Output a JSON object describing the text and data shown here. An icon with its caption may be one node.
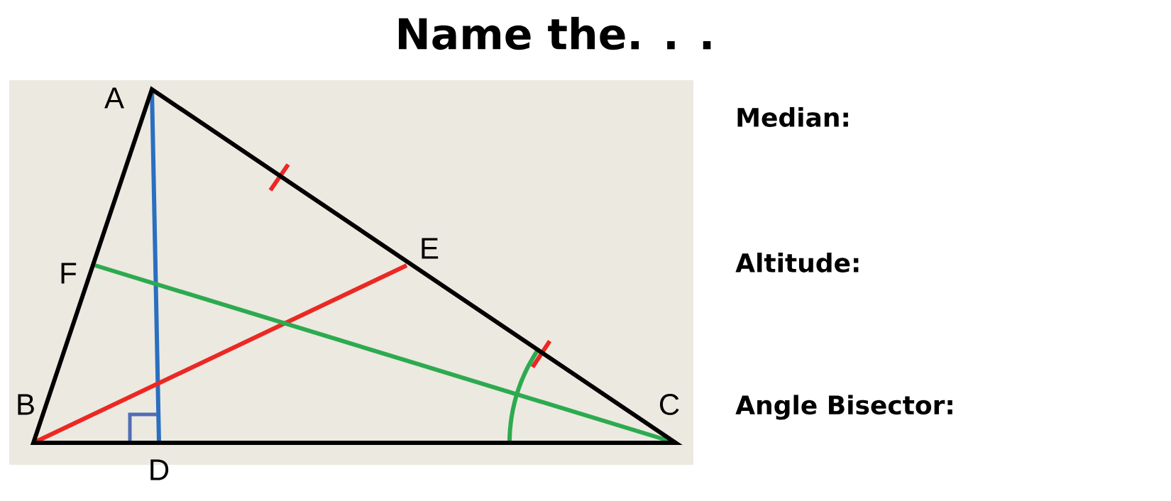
{
  "diagram": {
    "title": "Name the. . .",
    "labels": [
      "A",
      "Median:",
      "E",
      "Altitude:",
      "F",
      "B",
      "C",
      "Angle Bisector:",
      "D"
    ]
  }
}
